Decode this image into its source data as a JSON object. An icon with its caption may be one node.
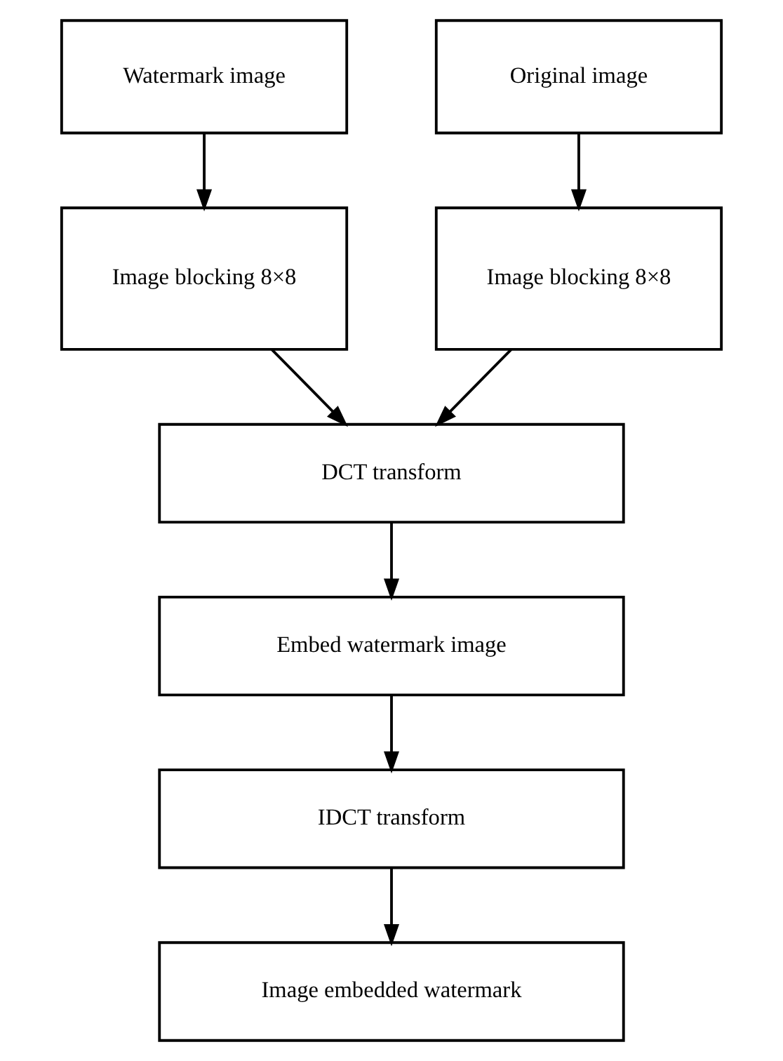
{
  "diagram": {
    "nodes": [
      {
        "text": [
          "Watermark image"
        ]
      },
      {
        "text": [
          "Original image"
        ]
      },
      {
        "text": [
          "Image blocking 8×8"
        ]
      },
      {
        "text": [
          "Image blocking 8×8"
        ]
      },
      {
        "text": [
          "DCT transform"
        ]
      },
      {
        "text": [
          "Embed watermark image"
        ]
      },
      {
        "text": [
          "IDCT transform"
        ]
      },
      {
        "text": [
          "Image embedded watermark"
        ]
      }
    ],
    "edges": [
      {
        "from": 0,
        "to": 2,
        "arrow": "to"
      },
      {
        "from": 1,
        "to": 3,
        "arrow": "to"
      },
      {
        "from": 2,
        "to": 4,
        "arrow": "to"
      },
      {
        "from": 3,
        "to": 4,
        "arrow": "to"
      },
      {
        "from": 4,
        "to": 5,
        "arrow": "to"
      },
      {
        "from": 5,
        "to": 6,
        "arrow": "to"
      },
      {
        "from": 6,
        "to": 7,
        "arrow": "to"
      }
    ]
  }
}
